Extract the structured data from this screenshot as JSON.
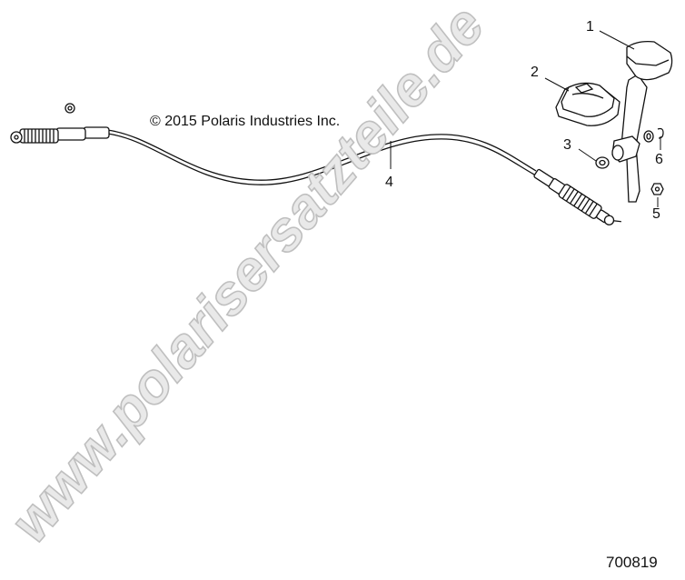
{
  "diagram": {
    "copyright": "© 2015 Polaris Industries Inc.",
    "diagram_id": "700819",
    "watermark": "www.polarisersatzteile.de",
    "callouts": [
      {
        "number": "1",
        "part": "shift-lever-knob"
      },
      {
        "number": "2",
        "part": "shift-boot"
      },
      {
        "number": "3",
        "part": "washer"
      },
      {
        "number": "4",
        "part": "shift-cable"
      },
      {
        "number": "5",
        "part": "nut"
      },
      {
        "number": "6",
        "part": "clip"
      }
    ],
    "colors": {
      "line": "#111111",
      "watermark_fill": "#e6e6e6",
      "watermark_stroke": "#bdbdbd",
      "background": "#ffffff"
    }
  }
}
